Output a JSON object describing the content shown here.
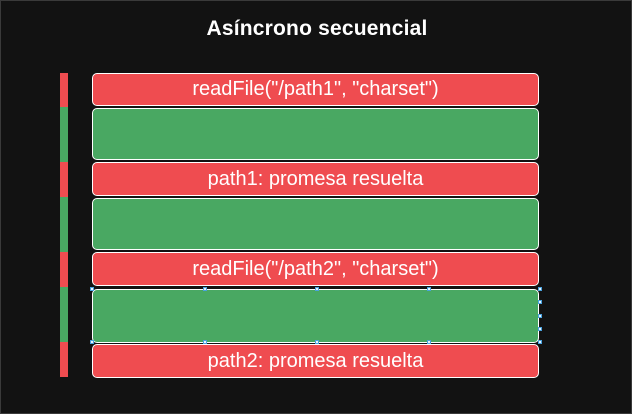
{
  "title": "Asíncrono secuencial",
  "colors": {
    "background": "#121212",
    "red": "#ef4c50",
    "green": "#49a862",
    "border": "#ffffff",
    "text": "#ffffff"
  },
  "steps": [
    {
      "kind": "red",
      "label": "readFile(\"/path1\", \"charset\")"
    },
    {
      "kind": "green",
      "label": ""
    },
    {
      "kind": "red",
      "label": "path1: promesa resuelta"
    },
    {
      "kind": "green",
      "label": ""
    },
    {
      "kind": "red",
      "label": "readFile(\"/path2\", \"charset\")"
    },
    {
      "kind": "green",
      "label": ""
    },
    {
      "kind": "red",
      "label": "path2: promesa resuelta"
    }
  ]
}
